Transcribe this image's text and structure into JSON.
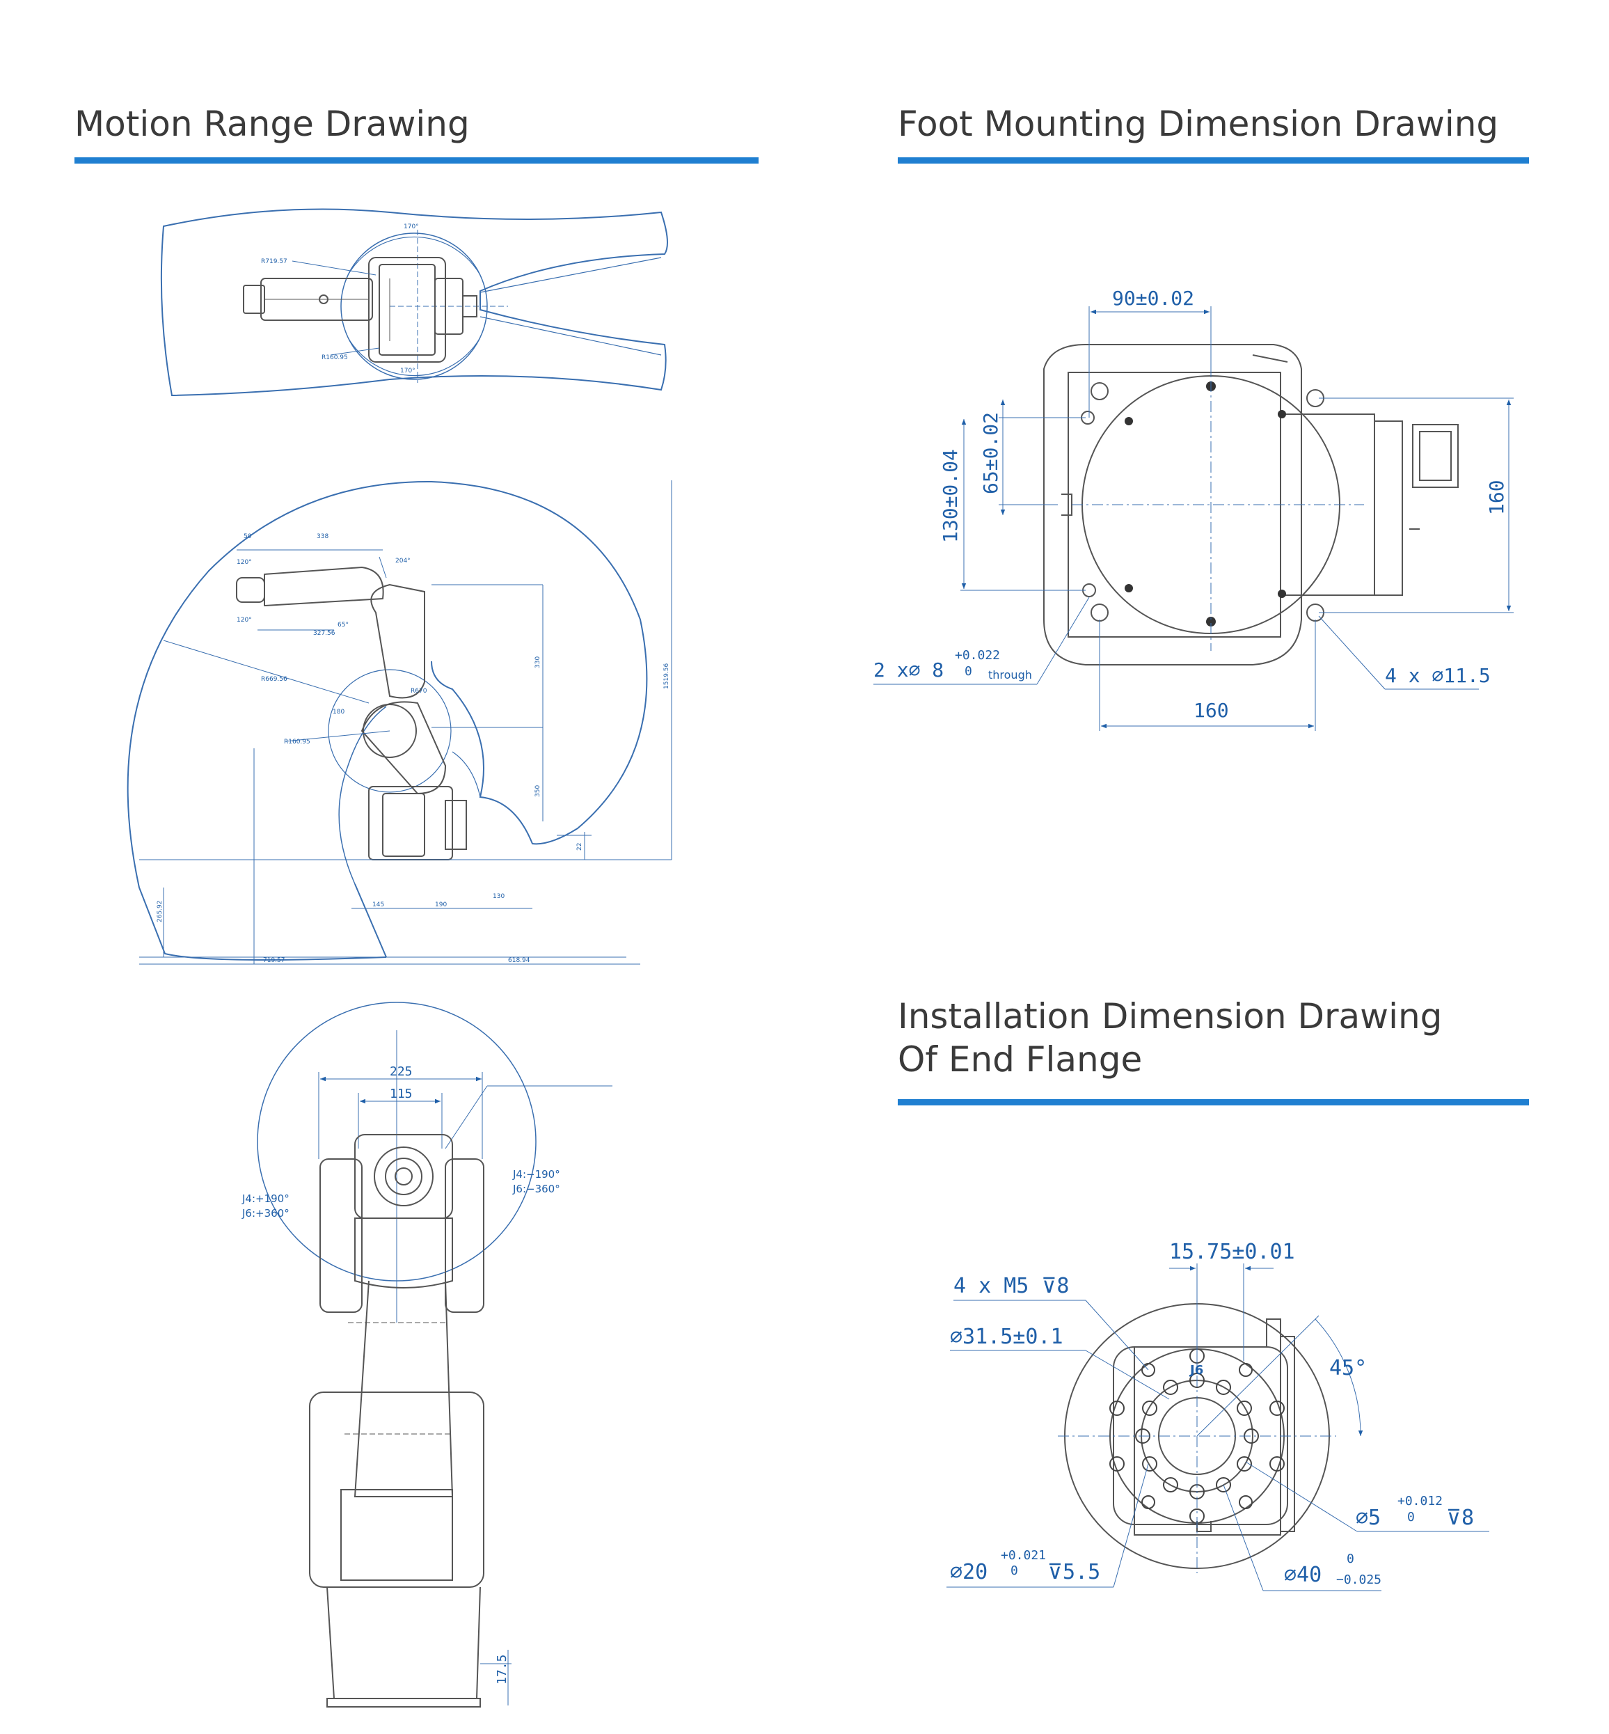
{
  "sections": {
    "motion_range": {
      "title": "Motion Range Drawing"
    },
    "foot_mounting": {
      "title": "Foot Mounting Dimension Drawing"
    },
    "end_flange": {
      "title_line1": "Installation Dimension Drawing",
      "title_line2": "Of End Flange"
    }
  },
  "colors": {
    "accent": "#1f7fd1",
    "dimension": "#1f5fa8",
    "linework": "#555555",
    "title": "#3a3a3a"
  },
  "motion_top": {
    "labels": [
      "170°",
      "170°",
      "R719.57",
      "R160.95"
    ]
  },
  "motion_side": {
    "labels": [
      "50",
      "338",
      "120°",
      "120°",
      "204°",
      "327.56",
      "65°",
      "R669.56",
      "R160.95",
      "180",
      "R670",
      "330",
      "1519.56",
      "350",
      "22",
      "145",
      "190",
      "130",
      "265.92",
      "719.57",
      "618.94"
    ]
  },
  "motion_front": {
    "dims": {
      "d225": "225",
      "d115": "115",
      "d17_5": "17.5"
    },
    "left_label": {
      "line1": "J4:+190°",
      "line2": "J6:+360°"
    },
    "right_label": {
      "line1": "J4:−190°",
      "line2": "J6:−360°"
    }
  },
  "foot": {
    "d90": "90±0.02",
    "d65": "65±0.02",
    "d130": "130±0.04",
    "d160_right": "160",
    "d160_bottom": "160",
    "pin_hole": {
      "main": "2 x∅ 8",
      "tol_upper": "+0.022",
      "tol_lower": "0",
      "note": "through"
    },
    "bolt_hole": "4 x ∅11.5"
  },
  "flange": {
    "d15_75": "15.75±0.01",
    "m5": "4 x M5 ⊽8",
    "d31_5": "∅31.5±0.1",
    "angle": "45°",
    "axis_label": "J6",
    "d5": {
      "main": "∅5",
      "tol_upper": "+0.012",
      "tol_lower": "0",
      "depth": "⊽8"
    },
    "d20": {
      "main": "∅20",
      "tol_upper": "+0.021",
      "tol_lower": "0",
      "depth": "⊽5.5"
    },
    "d40": {
      "main": "∅40",
      "tol_upper": "0",
      "tol_lower": "−0.025"
    }
  }
}
